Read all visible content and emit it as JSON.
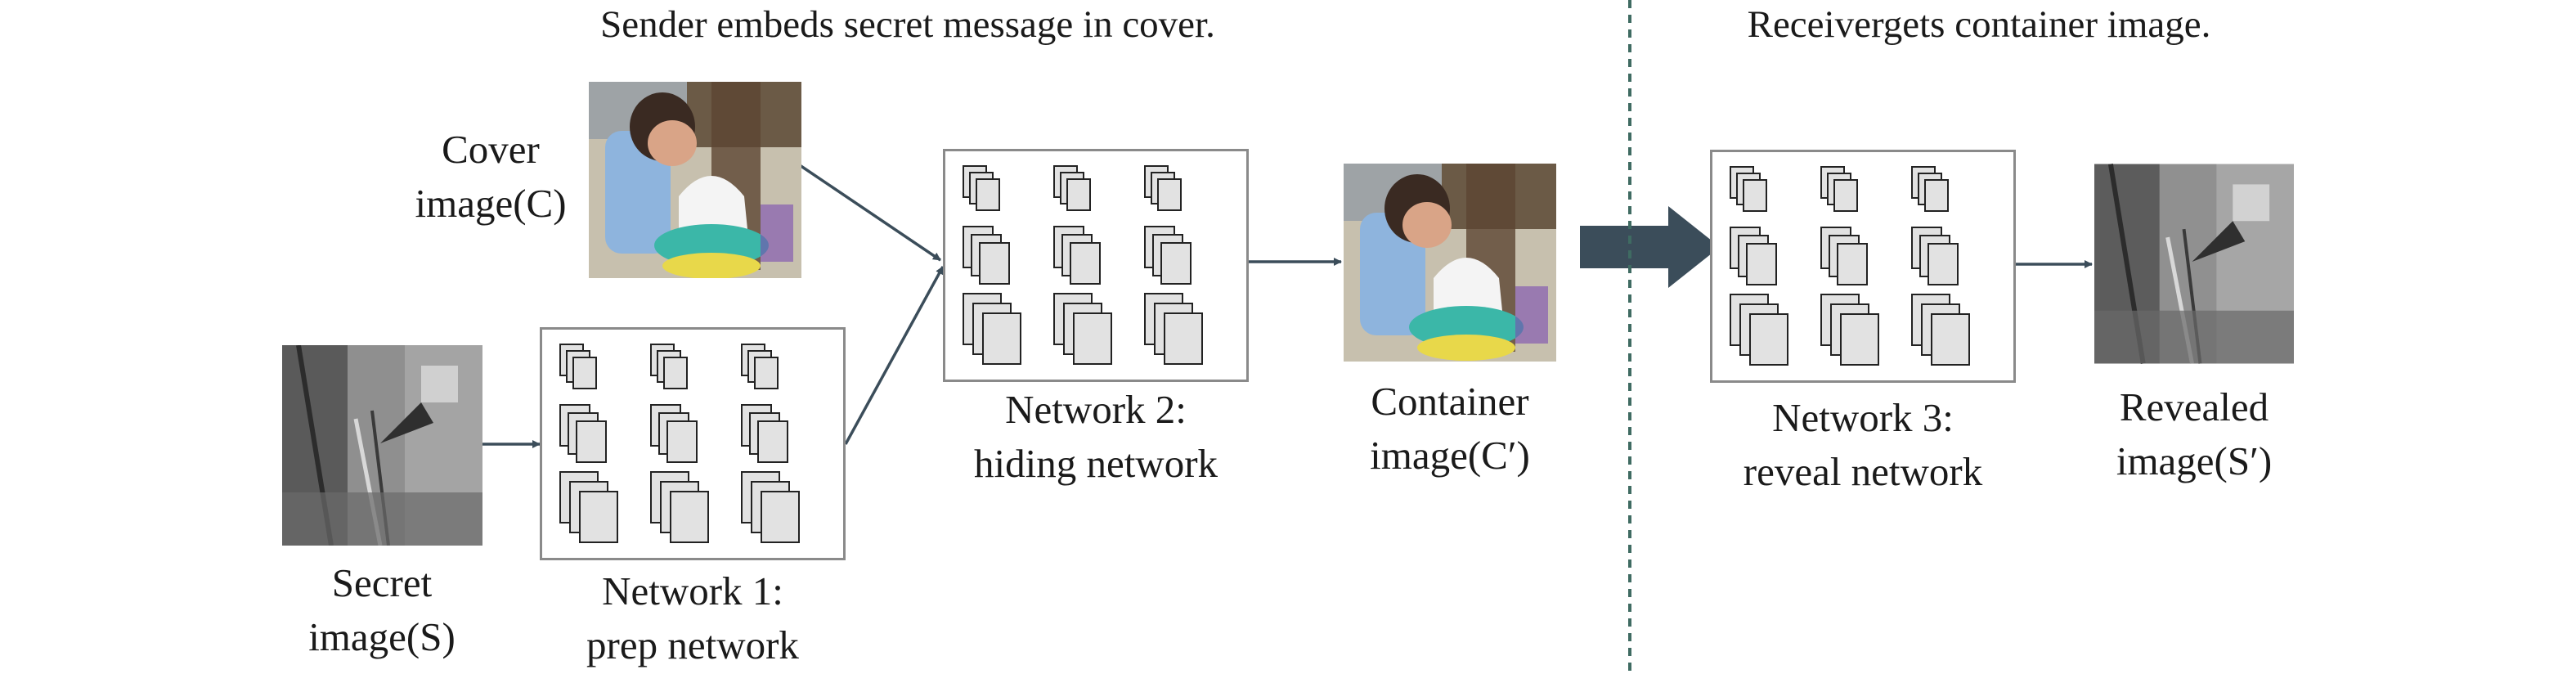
{
  "headers": {
    "sender": "Sender embeds secret message in cover.",
    "receiver": "Receivergets container image."
  },
  "labels": {
    "cover": [
      "Cover",
      "image(C)"
    ],
    "secret": [
      "Secret",
      "image(S)"
    ],
    "network1": [
      "Network 1:",
      "prep network"
    ],
    "network2": [
      "Network 2:",
      "hiding network"
    ],
    "container": [
      "Container",
      "image(C′)"
    ],
    "network3": [
      "Network 3:",
      "reveal network"
    ],
    "revealed": [
      "Revealed",
      "image(S′)"
    ]
  },
  "colors": {
    "arrow": "#3b4d5a",
    "divider": "#3f6b62",
    "box_border": "#8a8a8a",
    "layer_fill": "#e2e2e2"
  }
}
